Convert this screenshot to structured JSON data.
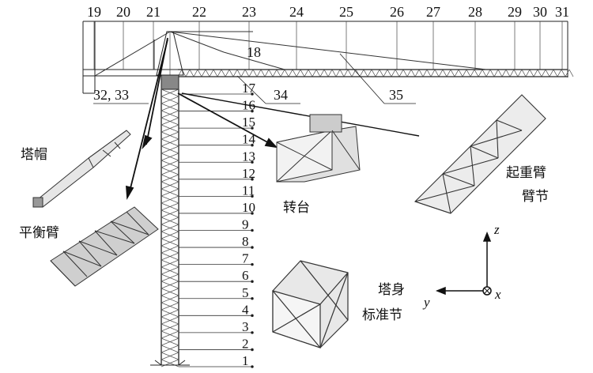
{
  "top_numbers": [
    "19",
    "20",
    "21",
    "22",
    "23",
    "24",
    "25",
    "26",
    "27",
    "28",
    "29",
    "30",
    "31"
  ],
  "left_numbers": [
    "17",
    "16",
    "15",
    "14",
    "13",
    "12",
    "11",
    "10",
    "9",
    "8",
    "7",
    "6",
    "5",
    "4",
    "3",
    "2",
    "1"
  ],
  "jib_label": "18",
  "callouts": [
    "32, 33",
    "34",
    "35"
  ],
  "components": {
    "cap": "塔帽",
    "turntable": "转台",
    "counter_jib": "平衡臂",
    "jib_section_line1": "起重臂",
    "jib_section_line2": "臂节",
    "tower_section_line1": "塔身",
    "tower_section_line2": "标准节"
  },
  "axes": {
    "z": "z",
    "y": "y",
    "x": "x"
  }
}
